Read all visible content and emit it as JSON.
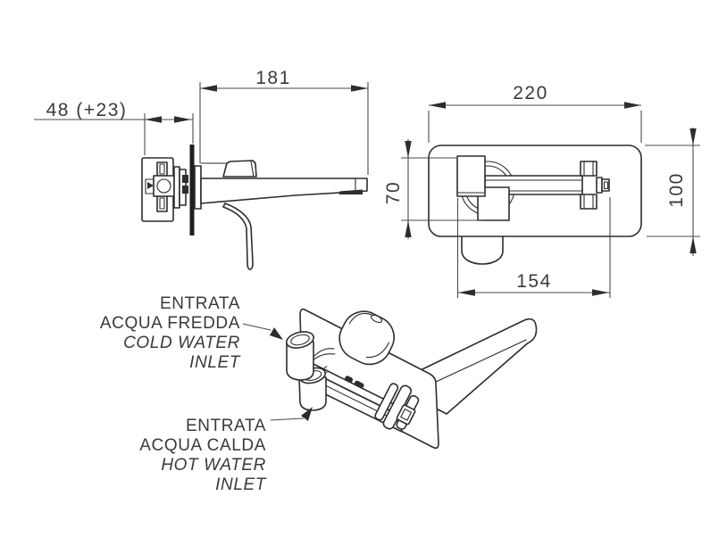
{
  "colors": {
    "line": "#2d2d2d",
    "text": "#3a3a3a",
    "background": "#ffffff"
  },
  "side_view": {
    "dim_spout_length": "181",
    "dim_recess_depth": "48 (+23)"
  },
  "plan_view": {
    "dim_plate_width": "220",
    "dim_body_height": "70",
    "dim_plate_height": "100",
    "dim_spout_reach": "154"
  },
  "perspective_view": {
    "cold_inlet_label": {
      "line1": "ENTRATA",
      "line2": "ACQUA FREDDA",
      "line3": "COLD WATER",
      "line4": "INLET"
    },
    "hot_inlet_label": {
      "line1": "ENTRATA",
      "line2": "ACQUA CALDA",
      "line3": "HOT WATER",
      "line4": "INLET"
    }
  }
}
